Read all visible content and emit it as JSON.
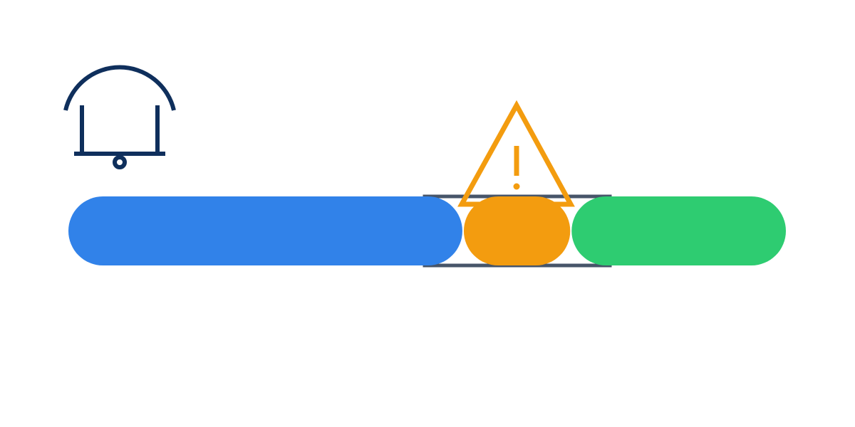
{
  "icons": {
    "bell": "bell-icon",
    "warning": "warning-icon"
  },
  "bar": {
    "segments": [
      {
        "name": "segment-blue",
        "color": "#3182e9",
        "share": 0.55
      },
      {
        "name": "segment-orange",
        "color": "#f39c0f",
        "share": 0.15
      },
      {
        "name": "segment-green",
        "color": "#2ecc71",
        "share": 0.3
      }
    ],
    "track_color": "#475569"
  },
  "colors": {
    "bell": "#0f2f5c",
    "warning": "#f39c0f",
    "background": "#ffffff"
  }
}
